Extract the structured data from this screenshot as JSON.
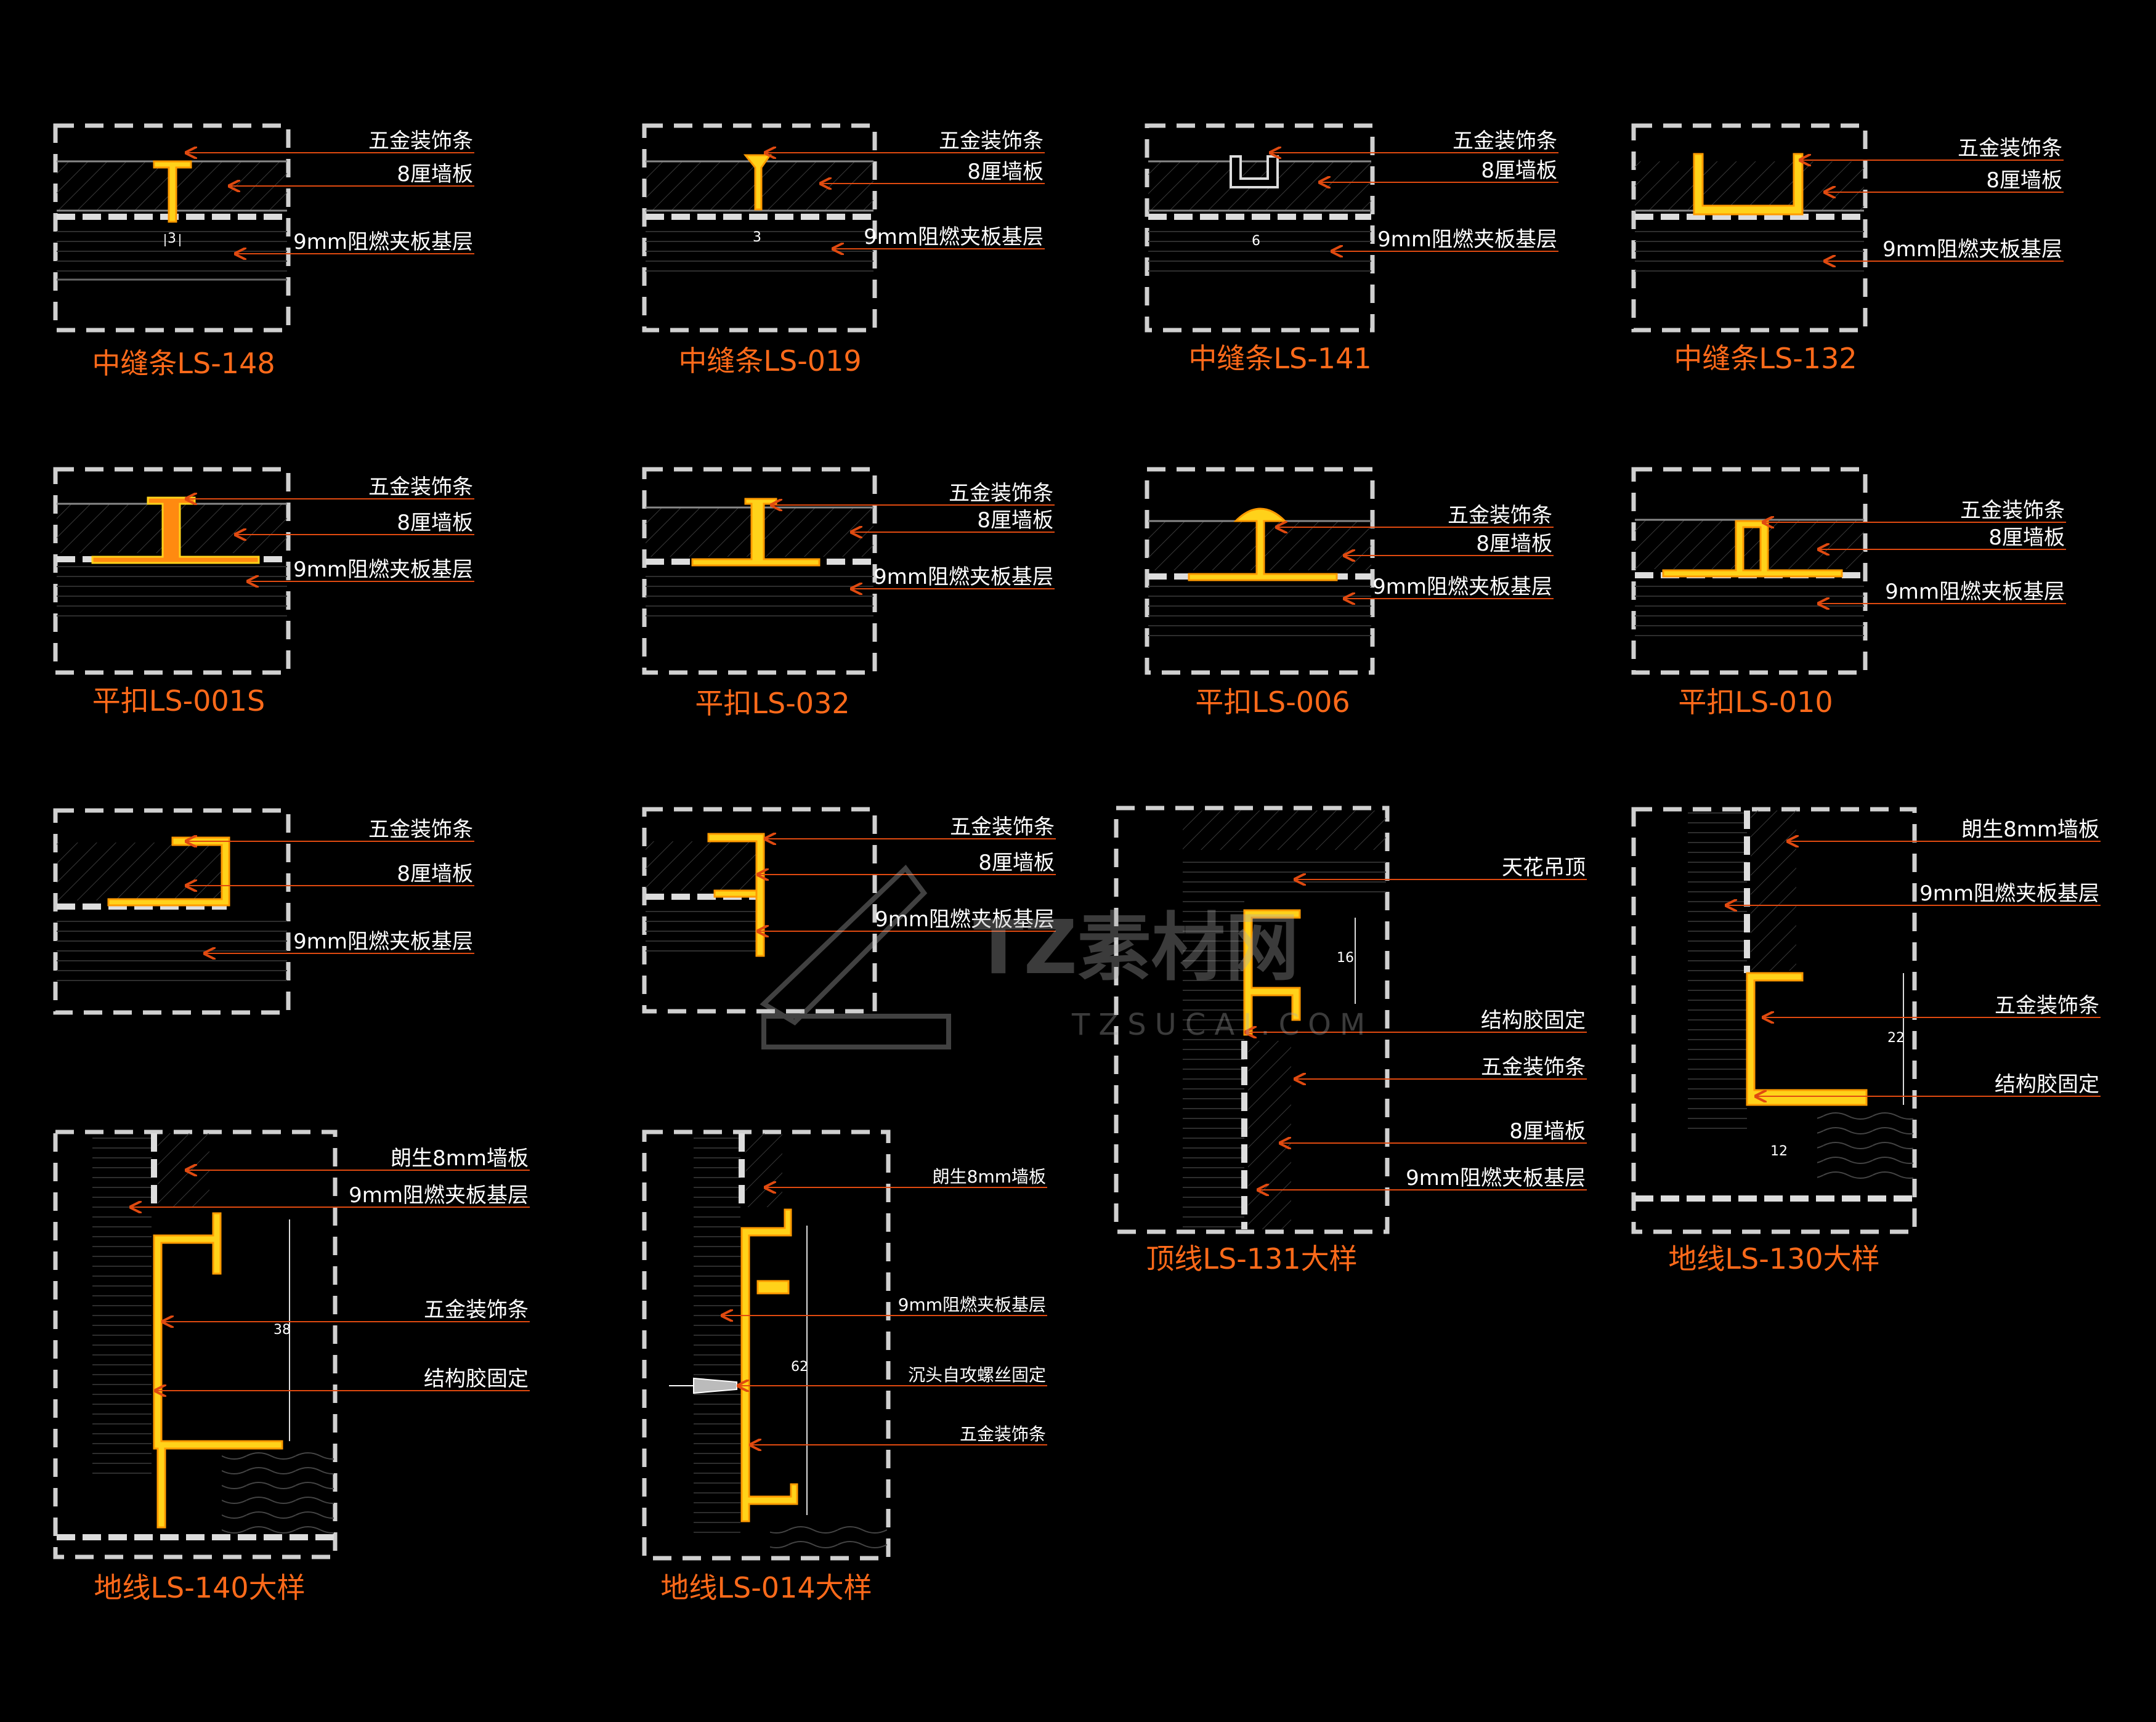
{
  "colors": {
    "background": "#000000",
    "frame": "#d0d0d0",
    "leader": "#e04a10",
    "label": "#ffffff",
    "title": "#ff6a1a",
    "trim": "#ffd21a",
    "trim_outline": "#ff9a00"
  },
  "panels": [
    {
      "title": "中缝条LS-148",
      "dims": [
        "3"
      ],
      "labels": [
        "五金装饰条",
        "8厘墙板",
        "9mm阻燃夹板基层"
      ]
    },
    {
      "title": "中缝条LS-019",
      "dims": [
        "3"
      ],
      "labels": [
        "五金装饰条",
        "8厘墙板",
        "9mm阻燃夹板基层"
      ]
    },
    {
      "title": "中缝条LS-141",
      "dims": [
        "6"
      ],
      "labels": [
        "五金装饰条",
        "8厘墙板",
        "9mm阻燃夹板基层"
      ]
    },
    {
      "title": "中缝条LS-132",
      "dims": [],
      "labels": [
        "五金装饰条",
        "8厘墙板",
        "9mm阻燃夹板基层"
      ]
    },
    {
      "title": "平扣LS-001S",
      "dims": [],
      "labels": [
        "五金装饰条",
        "8厘墙板",
        "9mm阻燃夹板基层"
      ]
    },
    {
      "title": "平扣LS-032",
      "dims": [],
      "labels": [
        "五金装饰条",
        "8厘墙板",
        "9mm阻燃夹板基层"
      ]
    },
    {
      "title": "平扣LS-006",
      "dims": [],
      "labels": [
        "五金装饰条",
        "8厘墙板",
        "9mm阻燃夹板基层"
      ]
    },
    {
      "title": "平扣LS-010",
      "dims": [],
      "labels": [
        "五金装饰条",
        "8厘墙板",
        "9mm阻燃夹板基层"
      ]
    },
    {
      "title": "",
      "dims": [],
      "labels": [
        "五金装饰条",
        "8厘墙板",
        "9mm阻燃夹板基层"
      ]
    },
    {
      "title": "",
      "dims": [],
      "labels": [
        "五金装饰条",
        "8厘墙板",
        "9mm阻燃夹板基层"
      ]
    },
    {
      "title": "顶线LS-131大样",
      "dims": [
        "16"
      ],
      "labels": [
        "天花吊顶",
        "结构胶固定",
        "五金装饰条",
        "8厘墙板",
        "9mm阻燃夹板基层"
      ]
    },
    {
      "title": "地线LS-130大样",
      "dims": [
        "22",
        "12"
      ],
      "labels": [
        "朗生8mm墙板",
        "9mm阻燃夹板基层",
        "五金装饰条",
        "结构胶固定"
      ]
    },
    {
      "title": "地线LS-140大样",
      "dims": [
        "38"
      ],
      "labels": [
        "朗生8mm墙板",
        "9mm阻燃夹板基层",
        "五金装饰条",
        "结构胶固定"
      ]
    },
    {
      "title": "地线LS-014大样",
      "dims": [
        "62"
      ],
      "labels": [
        "朗生8mm墙板",
        "9mm阻燃夹板基层",
        "沉头自攻螺丝固定",
        "五金装饰条"
      ]
    }
  ],
  "watermark": {
    "logo": "TZ素材网",
    "url": "TZSUCAI.COM"
  }
}
